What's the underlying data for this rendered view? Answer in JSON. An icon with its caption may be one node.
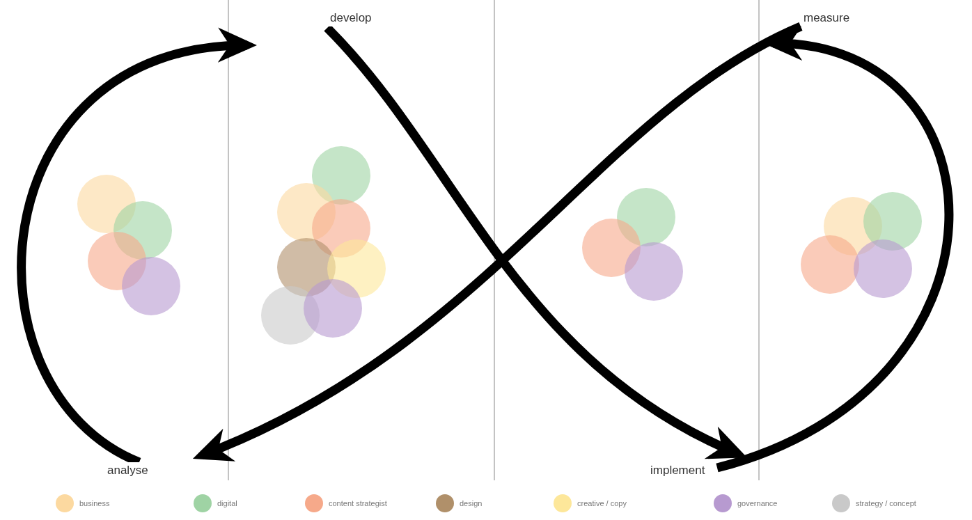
{
  "diagram": {
    "nodes": [
      {
        "text": [
          "develop"
        ]
      },
      {
        "text": [
          "measure"
        ]
      },
      {
        "text": [
          "analyse"
        ]
      },
      {
        "text": [
          "implement"
        ]
      }
    ],
    "edges": [
      {
        "from": 2,
        "to": 0,
        "arrow": "to"
      },
      {
        "from": 0,
        "to": 3,
        "arrow": "to"
      },
      {
        "from": 3,
        "to": 1,
        "arrow": "to"
      },
      {
        "from": 1,
        "to": 2,
        "arrow": "to"
      }
    ],
    "legend": [
      {
        "text": "business",
        "color": "#fcd9a0"
      },
      {
        "text": "digital",
        "color": "#9fd3a4"
      },
      {
        "text": "content strategist",
        "color": "#f6a98a"
      },
      {
        "text": "design",
        "color": "#b0906a"
      },
      {
        "text": "creative / copy",
        "color": "#fde79a"
      },
      {
        "text": "governance",
        "color": "#b79ad0"
      },
      {
        "text": "strategy / concept",
        "color": "#c9c9c9"
      }
    ]
  }
}
